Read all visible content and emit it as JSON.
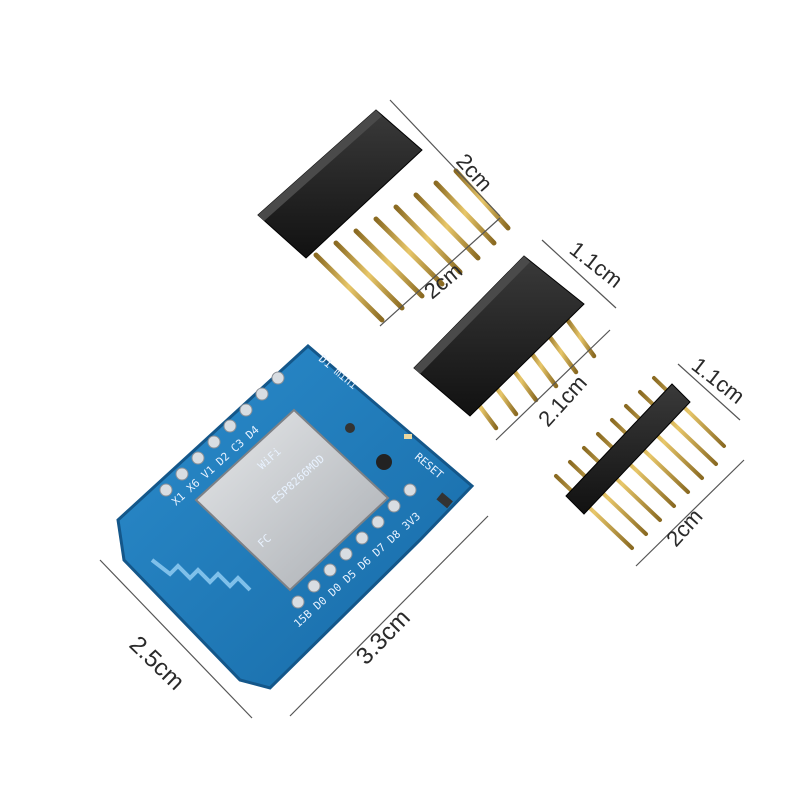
{
  "dimensions": {
    "long_female_header_length": "2cm",
    "long_female_header_height": "2cm",
    "short_female_header_width": "1.1cm",
    "short_female_header_length": "2.1cm",
    "male_header_width": "1.1cm",
    "male_header_length": "2cm",
    "board_width": "2.5cm",
    "board_length": "3.3cm"
  },
  "board_labels": {
    "module_brand": "WiFi",
    "module_text": "ESP8266MOD",
    "fcc_mark": "FC",
    "rst_label": "RESET",
    "mini_label": "D1 mini",
    "left_pins": "X1 X6 V1 D2 C3 D4",
    "bottom_pins": "D5 D6 D7 D8 3V3",
    "bottom_pins_2": "15B D0 D0 D5 D6 D7 D8 3V3"
  },
  "colors": {
    "pcb": "#1f78b8",
    "pcb_edge": "#14578a",
    "header_body": "#1c1c1c",
    "pin_gold": "#c9a24a",
    "shield_metal": "#c9ccd0",
    "dimension_text": "#2a2a2a"
  }
}
